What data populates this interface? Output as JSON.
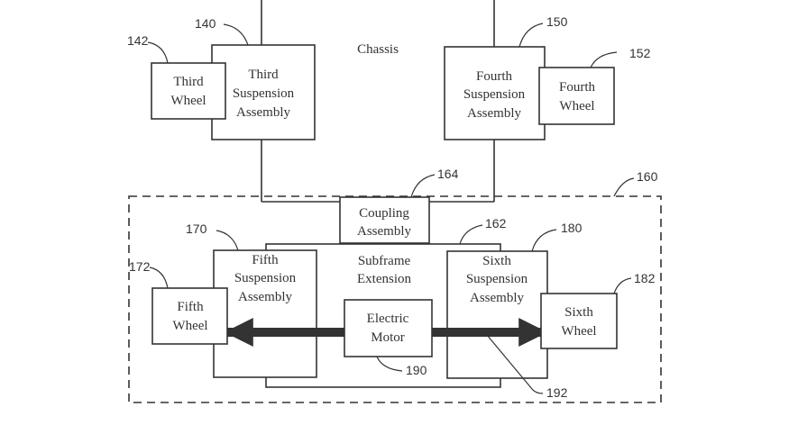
{
  "chassis_label": "Chassis",
  "third_wheel": {
    "ref": "142",
    "lines": [
      "Third",
      "Wheel"
    ]
  },
  "third_suspension": {
    "ref": "140",
    "lines": [
      "Third",
      "Suspension",
      "Assembly"
    ]
  },
  "fourth_suspension": {
    "ref": "150",
    "lines": [
      "Fourth",
      "Suspension",
      "Assembly"
    ]
  },
  "fourth_wheel": {
    "ref": "152",
    "lines": [
      "Fourth",
      "Wheel"
    ]
  },
  "coupling_assembly": {
    "ref": "164",
    "lines": [
      "Coupling",
      "Assembly"
    ]
  },
  "dashed_region": {
    "ref": "160"
  },
  "subframe_extension": {
    "ref": "162",
    "lines": [
      "Subframe",
      "Extension"
    ]
  },
  "fifth_suspension": {
    "ref": "170",
    "lines": [
      "Fifth",
      "Suspension",
      "Assembly"
    ]
  },
  "fifth_wheel": {
    "ref": "172",
    "lines": [
      "Fifth",
      "Wheel"
    ]
  },
  "sixth_suspension": {
    "ref": "180",
    "lines": [
      "Sixth",
      "Suspension",
      "Assembly"
    ]
  },
  "sixth_wheel": {
    "ref": "182",
    "lines": [
      "Sixth",
      "Wheel"
    ]
  },
  "electric_motor": {
    "ref": "190",
    "lines": [
      "Electric",
      "Motor"
    ]
  },
  "axle_arrow": {
    "ref": "192"
  }
}
